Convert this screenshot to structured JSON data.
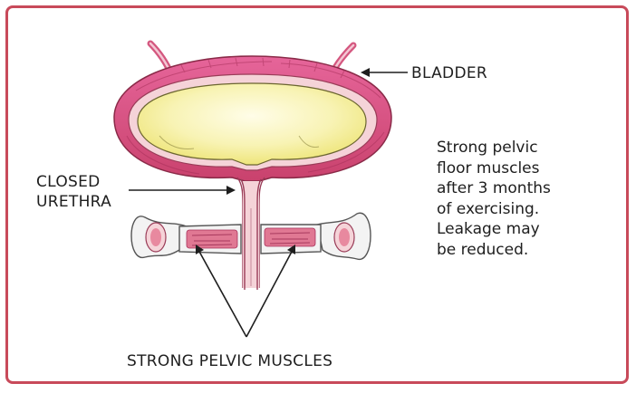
{
  "labels": {
    "bladder": "BLADDER",
    "urethra_line1": "CLOSED",
    "urethra_line2": "URETHRA",
    "muscles": "STRONG PELVIC MUSCLES"
  },
  "description": [
    "Strong pelvic",
    "floor muscles",
    "after 3 months",
    "of exercising.",
    "Leakage may",
    "be reduced."
  ],
  "colors": {
    "frame": "#c84a5a",
    "bladder_wall": "#d94f7c",
    "bladder_inner": "#f3d3d6",
    "urine": "#f6f0a8",
    "muscle": "#e07893"
  }
}
